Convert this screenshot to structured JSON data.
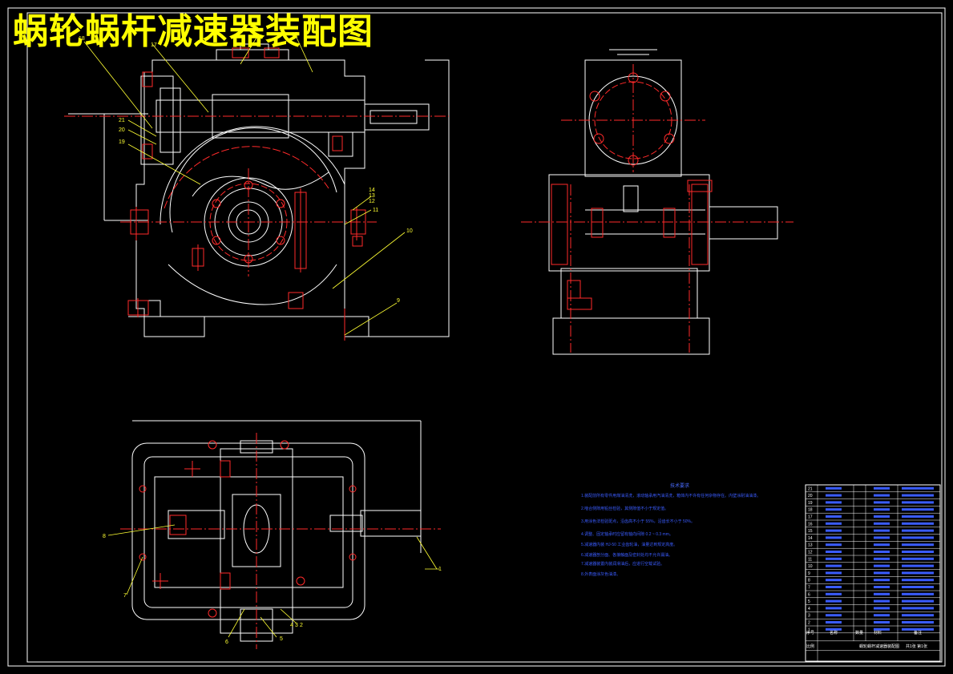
{
  "title": "蜗轮蜗杆减速器装配图",
  "colors": {
    "background": "#000000",
    "outline": "#ffffff",
    "centerline": "#ff2a2a",
    "leader": "#ffff33",
    "hatch": "#ff3333",
    "text_blue": "#3a5cff",
    "title_yellow": "#ffff00"
  },
  "front_view": {
    "part_labels": [
      "18",
      "17",
      "16",
      "15",
      "21",
      "20",
      "19",
      "14",
      "13",
      "12",
      "11",
      "10",
      "9"
    ]
  },
  "top_view": {
    "part_labels": [
      "8",
      "7",
      "6",
      "5",
      "4",
      "3",
      "2",
      "1"
    ]
  },
  "technical_requirements": {
    "heading": "技术要求",
    "lines": [
      "1.装配前所有零件用煤油清洗，滚动轴承用汽油清洗，箱体内不许有任何杂物存在。内壁涂耐油油漆。",
      "2.啮合侧隙用铅丝检验，其侧隙值不小于规定值。",
      "3.用涂色法检验斑点，沿齿高不小于 55%，沿齿长不小于 50%。",
      "4.调整、固定轴承时应留有轴向间隙 0.2 ~ 0.3 mm。",
      "5.减速器内装 HJ-50 工业齿轮油，油量达到规定高度。",
      "6.减速器剖分面、各接触面及密封处均不允许漏油。",
      "7.减速器装置内装润滑油后，应进行空载试验。",
      "8.外表面涂灰色油漆。"
    ]
  },
  "bom": {
    "row_numbers": [
      "21",
      "20",
      "19",
      "18",
      "17",
      "16",
      "15",
      "14",
      "13",
      "12",
      "11",
      "10",
      "9",
      "8",
      "7",
      "6",
      "5",
      "4",
      "3",
      "2",
      "1"
    ],
    "header": [
      "序号",
      "名称",
      "数量",
      "材料",
      "备注"
    ],
    "drawing_name": "蜗轮蜗杆减速器装配图",
    "scale_label": "比例",
    "sheet_label": "共1张 第1张"
  }
}
